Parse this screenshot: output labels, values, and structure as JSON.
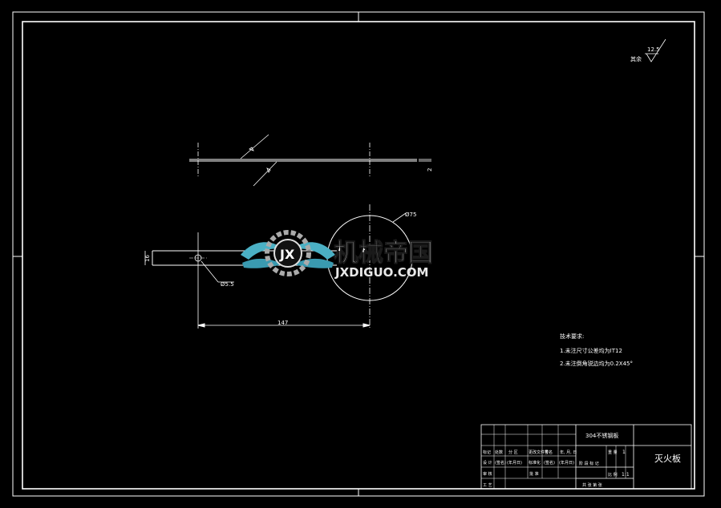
{
  "roughness": {
    "value": "12.5",
    "prefix": "其余"
  },
  "dimensions": {
    "outer_diameter": "Ø75",
    "hole_diameter": "Ø5.5",
    "length": "147",
    "width": "16",
    "thickness": "2"
  },
  "tech_requirements": {
    "title": "技术要求:",
    "items": [
      "1.未注尺寸公差均为IT12",
      "2.未注倒角锐边均为0.2X45°"
    ]
  },
  "title_block": {
    "material": "304不锈钢板",
    "part_name": "灭火板",
    "scale": "1:1",
    "count": "1",
    "headers_top": [
      "标记",
      "处数",
      "分 区",
      "更改文件号",
      "签名",
      "年, 月, 日"
    ],
    "headers_mid": [
      "设 计",
      "(签名)",
      "(年月日)",
      "标准化",
      "(签名)",
      "(年月日)"
    ],
    "label_shenhe": "审 核",
    "label_gongyi": "工 艺",
    "label_pizhun": "批 准",
    "label_stage": "阶 段 标 记",
    "label_weight": "重 量",
    "label_scale": "比 例",
    "label_sheets": "共   张   第   张"
  },
  "watermark": {
    "cn": "机械帝国",
    "en": "JXDIGUO.COM"
  }
}
